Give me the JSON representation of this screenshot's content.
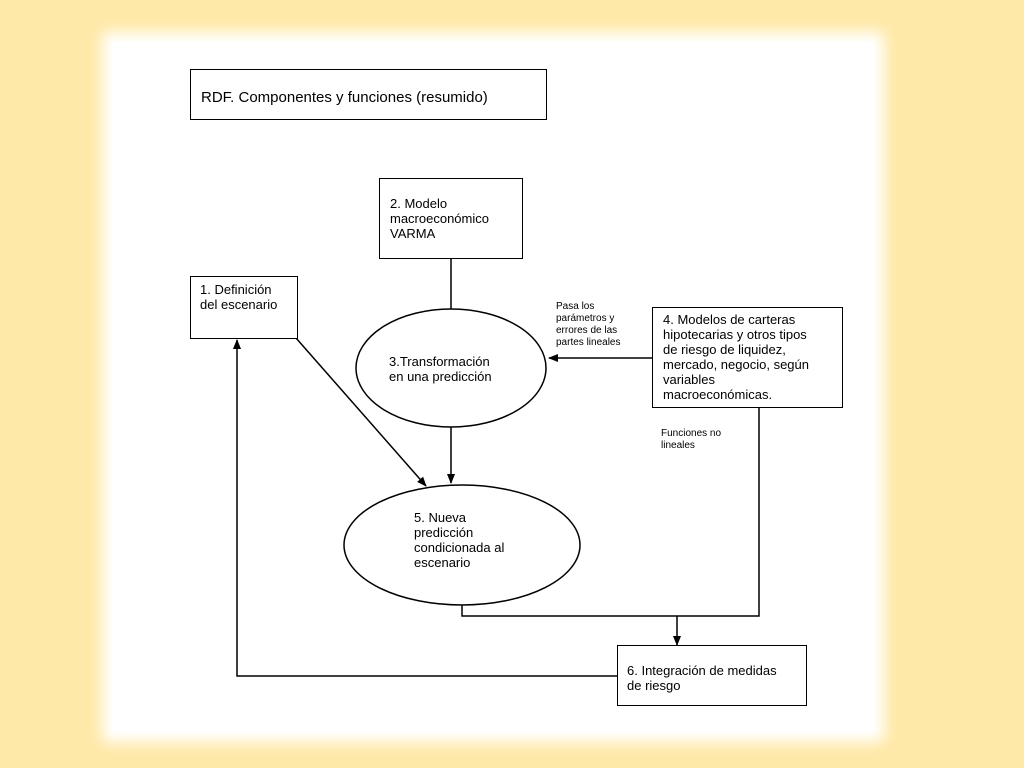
{
  "title": "RDF. Componentes y funciones (resumido)",
  "nodes": {
    "definicion": "1. Definición\ndel escenario",
    "modelo": "2. Modelo\nmacroeconómico\nVARMA",
    "transformacion": "3.Transformación\nen una predicción",
    "carteras": "4. Modelos de carteras\nhipotecarias y otros tipos\nde riesgo de liquidez,\nmercado, negocio, según\nvariables\nmacroeconómicas.",
    "nueva": "5. Nueva\npredicción\ncondicionada al\nescenario",
    "integracion": "6. Integración de medidas\nde riesgo"
  },
  "annotations": {
    "pasa": "Pasa los\nparámetros y\nerrores de las\npartes lineales",
    "funciones": "Funciones no\nlineales"
  },
  "colors": {
    "background": "#ffe9a8",
    "canvas": "#ffffff",
    "ink": "#000000"
  }
}
